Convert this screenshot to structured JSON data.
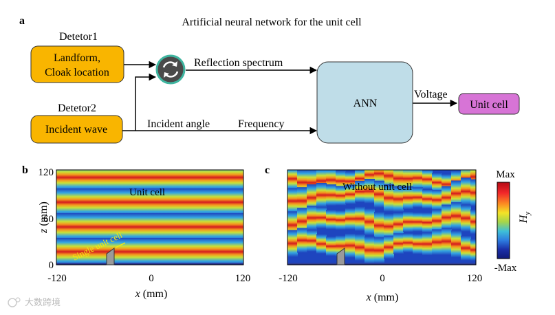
{
  "panel_a": {
    "label": "a",
    "title": "Artificial neural network for the unit cell",
    "detector1": {
      "label": "Detetor1",
      "line1": "Landform,",
      "line2": "Cloak location"
    },
    "detector2": {
      "label": "Detetor2",
      "text": "Incident wave"
    },
    "reflection_label": "Reflection spectrum",
    "incident_angle_label": "Incident angle",
    "frequency_label": "Frequency",
    "ann_label": "ANN",
    "voltage_label": "Voltage",
    "unit_cell_label": "Unit cell",
    "colors": {
      "detector_fill": "#F9B500",
      "ann_fill": "#BFDDE8",
      "unit_fill": "#D774D6",
      "cycle_fill": "#4A4A4A",
      "cycle_ring": "#3FB5A0"
    }
  },
  "panel_b": {
    "label": "b",
    "field_annotation": "Unit cell",
    "unit_annotation": "Single unit cell",
    "z_label": "z",
    "z_unit": " (mm)",
    "x_label": "x",
    "x_unit": " (mm)",
    "z_ticks": [
      "120",
      "60",
      "0"
    ],
    "x_ticks": [
      "-120",
      "0",
      "120"
    ]
  },
  "panel_c": {
    "label": "c",
    "field_annotation": "Without unit cell",
    "x_label": "x",
    "x_unit": " (mm)",
    "x_ticks": [
      "-120",
      "0",
      "120"
    ]
  },
  "colorbar": {
    "max_label": "Max",
    "min_label": "-Max",
    "field_symbol": "H",
    "field_subscript": "y",
    "colors": [
      "#B40A14",
      "#F2272A",
      "#FB8A22",
      "#F4E327",
      "#A6D54A",
      "#3FC0D7",
      "#2E7DE0",
      "#1B2FA8",
      "#101A78"
    ]
  },
  "watermark": "大数跨境"
}
